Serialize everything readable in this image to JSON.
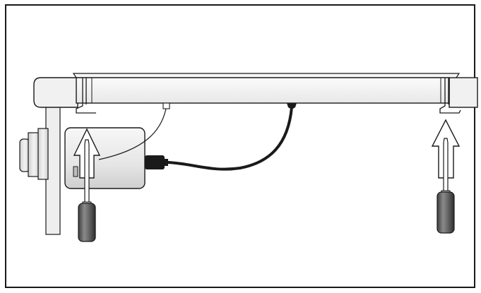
{
  "diagram": {
    "kind": "installation-illustration",
    "components": [
      "frame-border",
      "cabinet-side-panel",
      "countertop-edge",
      "light-bar",
      "mounting-clip-left",
      "mounting-clip-right",
      "power-supply-box",
      "power-cord",
      "connector-plug",
      "cable-junction",
      "thin-wire",
      "screwdriver-left",
      "screwdriver-right",
      "push-arrow-left",
      "push-arrow-right"
    ],
    "icons": {
      "left_arrow": "up-arrow-icon",
      "right_arrow": "up-arrow-icon",
      "left_tool": "screwdriver-icon",
      "right_tool": "screwdriver-icon"
    },
    "colors": {
      "outline": "#1a1a1a",
      "panel_fill": "#f2f2f2",
      "cable": "#1a1a1a",
      "handle": "#5a5a5a"
    }
  }
}
